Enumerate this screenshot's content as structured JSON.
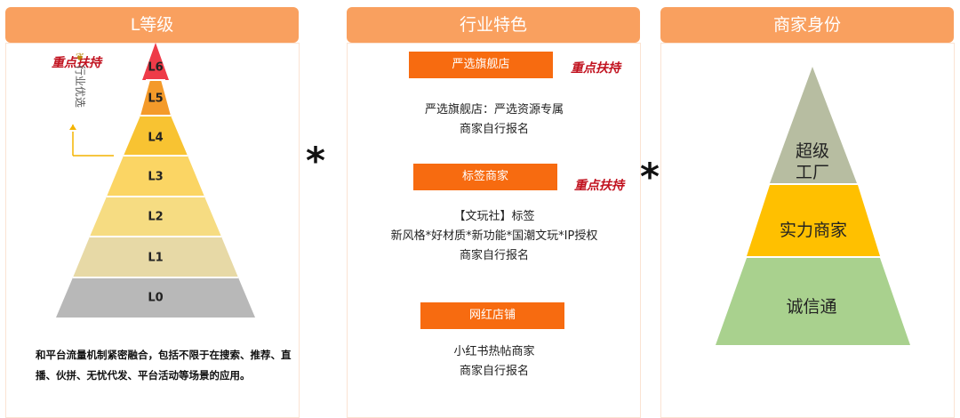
{
  "colors": {
    "header_bg": "#f9a05f",
    "tag_bg": "#f76b10",
    "emphasis_text": "#c1121f",
    "pyramid_levels": [
      "#b8b8b8",
      "#e7d9a6",
      "#f6dc82",
      "#fbd564",
      "#f8c332",
      "#f49a2a",
      "#ee3b48"
    ],
    "merchant_tiers": [
      "#a9d18e",
      "#ffc000",
      "#b7bda1"
    ]
  },
  "panels": {
    "left": {
      "title": "L等级",
      "emphasis": "重点扶持",
      "side_label": "行业优选",
      "levels": [
        "L0",
        "L1",
        "L2",
        "L3",
        "L4",
        "L5",
        "L6"
      ],
      "note": "和平台流量机制紧密融合，包括不限于在搜索、推荐、直播、伙拼、无忧代发、平台活动等场景的应用。"
    },
    "middle": {
      "title": "行业特色",
      "sections": [
        {
          "tag": "严选旗舰店",
          "emphasis": "重点扶持",
          "lines": [
            "严选旗舰店：严选资源专属",
            "商家自行报名"
          ]
        },
        {
          "tag": "标签商家",
          "emphasis": "重点扶持",
          "lines": [
            "【文玩社】标签",
            "新风格*好材质*新功能*国潮文玩*IP授权",
            "商家自行报名"
          ]
        },
        {
          "tag": "网红店铺",
          "lines": [
            "小红书热帖商家",
            "商家自行报名"
          ]
        }
      ]
    },
    "right": {
      "title": "商家身份",
      "tiers": [
        {
          "label": "超级工厂",
          "line1": "超级",
          "line2": "工厂"
        },
        {
          "label": "实力商家"
        },
        {
          "label": "诚信通"
        }
      ]
    }
  },
  "separators": [
    "*",
    "*"
  ]
}
